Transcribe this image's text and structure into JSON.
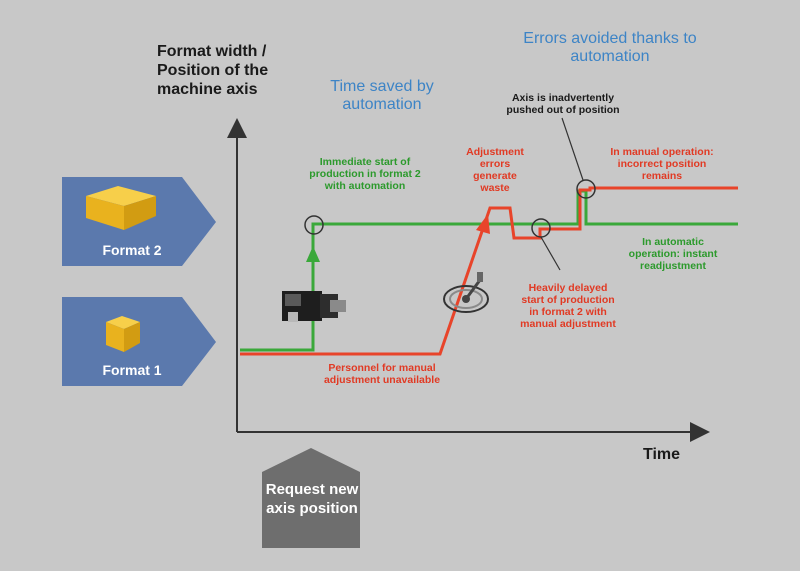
{
  "axes": {
    "y_label": "Format width / Position of the machine axis",
    "x_label": "Time"
  },
  "headings": {
    "time_saved": "Time saved by automation",
    "errors_avoided": "Errors avoided thanks to automation"
  },
  "formats": {
    "format2": "Format 2",
    "format1": "Format 1"
  },
  "annotations": {
    "immediate_start": "Immediate start of production in format 2 with automation",
    "personnel_unavailable": "Personnel for manual adjustment unavailable",
    "adjustment_errors": "Adjustment errors generate waste",
    "axis_pushed": "Axis is inadvertently pushed out of position",
    "manual_incorrect": "In manual operation: incorrect position remains",
    "auto_instant": "In automatic operation: instant readjustment",
    "heavily_delayed": "Heavily delayed start of production in format 2 with manual adjustment"
  },
  "request_box": "Request new axis position",
  "colors": {
    "green": "#3aa83a",
    "red": "#e8442a",
    "blue_panel": "#5b79ad",
    "box_yellow": "#f2bf2a",
    "request_gray": "#6e6e6e"
  },
  "icons": {
    "drive": "servo-drive-icon",
    "handwheel": "handwheel-icon"
  }
}
